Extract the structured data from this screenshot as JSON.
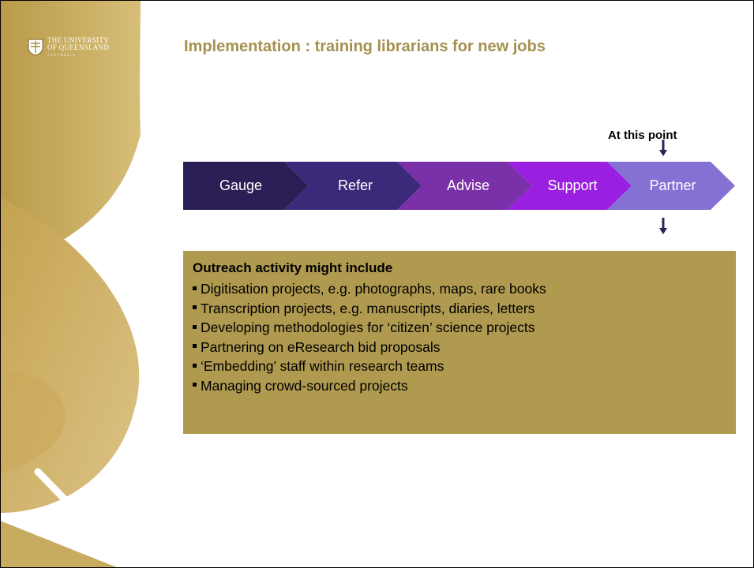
{
  "logo": {
    "line1": "THE UNIVERSITY",
    "line2": "OF QUEENSLAND",
    "line3": "AUSTRALIA"
  },
  "slide": {
    "title": "Implementation : training librarians for new jobs",
    "callout": "At this point"
  },
  "process": {
    "stages": [
      {
        "label": "Gauge",
        "color": "#2c1f55"
      },
      {
        "label": "Refer",
        "color": "#3b2a7a"
      },
      {
        "label": "Advise",
        "color": "#7a30a8"
      },
      {
        "label": "Support",
        "color": "#9b1fe0"
      },
      {
        "label": "Partner",
        "color": "#8570d4"
      }
    ]
  },
  "outreach": {
    "heading": "Outreach activity might include",
    "items": [
      "Digitisation projects, e.g. photographs, maps, rare books",
      "Transcription projects, e.g. manuscripts, diaries, letters",
      "Developing methodologies for ‘citizen’ science projects",
      "Partnering on eResearch bid proposals",
      "‘Embedding’ staff within research teams",
      "Managing crowd-sourced projects"
    ],
    "background": "#b09a50"
  },
  "colors": {
    "title": "#a4904f",
    "arrow": "#2c2257",
    "sidebar_gold": "#c8ac5a"
  }
}
